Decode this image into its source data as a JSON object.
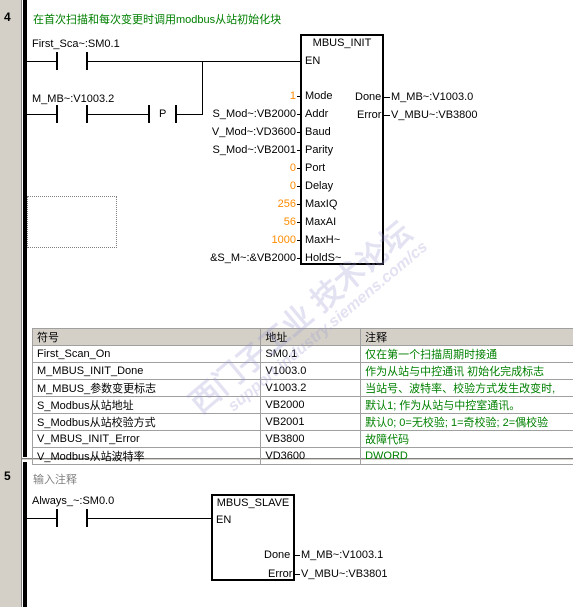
{
  "network4": {
    "number": "4",
    "comment": "在首次扫描和每次变更时调用modbus从站初始化块",
    "contact1_label": "First_Sca~:SM0.1",
    "contact2_label": "M_MB~:V1003.2",
    "p_label": "P",
    "block": {
      "title": "MBUS_INIT",
      "en": "EN",
      "inputs": [
        {
          "value": "1",
          "name": "Mode"
        },
        {
          "value": "S_Mod~:VB2000",
          "name": "Addr"
        },
        {
          "value": "V_Mod~:VD3600",
          "name": "Baud"
        },
        {
          "value": "S_Mod~:VB2001",
          "name": "Parity"
        },
        {
          "value": "0",
          "name": "Port"
        },
        {
          "value": "0",
          "name": "Delay"
        },
        {
          "value": "256",
          "name": "MaxIQ"
        },
        {
          "value": "56",
          "name": "MaxAI"
        },
        {
          "value": "1000",
          "name": "MaxH~"
        },
        {
          "value": "&S_M~:&VB2000",
          "name": "HoldS~"
        }
      ],
      "outputs": [
        {
          "name": "Done",
          "value": "M_MB~:V1003.0"
        },
        {
          "name": "Error",
          "value": "V_MBU~:VB3800"
        }
      ]
    },
    "symbol_table": {
      "headers": [
        "符号",
        "地址",
        "注释"
      ],
      "rows": [
        [
          "First_Scan_On",
          "SM0.1",
          "仅在第一个扫描周期时接通"
        ],
        [
          "M_MBUS_INIT_Done",
          "V1003.0",
          "作为从站与中控通讯 初始化完成标志"
        ],
        [
          "M_MBUS_参数变更标志",
          "V1003.2",
          "当站号、波特率、校验方式发生改变时,"
        ],
        [
          "S_Modbus从站地址",
          "VB2000",
          "默认1; 作为从站与中控室通讯。"
        ],
        [
          "S_Modbus从站校验方式",
          "VB2001",
          "默认0; 0=无校验; 1=奇校验; 2=偶校验"
        ],
        [
          "V_MBUS_INIT_Error",
          "VB3800",
          "故障代码"
        ],
        [
          "V_Modbus从站波特率",
          "VD3600",
          "DWORD"
        ]
      ]
    }
  },
  "network5": {
    "number": "5",
    "comment": "输入注释",
    "contact_label": "Always_~:SM0.0",
    "block": {
      "title": "MBUS_SLAVE",
      "en": "EN",
      "outputs": [
        {
          "name": "Done",
          "value": "M_MB~:V1003.1"
        },
        {
          "name": "Error",
          "value": "V_MBU~:VB3801"
        }
      ]
    }
  },
  "watermark": {
    "line1": "西门子工业 技术论坛",
    "line2": "support.industry.siemens.com/cs"
  },
  "colors": {
    "comment": "#008000",
    "constant": "#ff8c00",
    "gutter": "#d4d0c8"
  }
}
